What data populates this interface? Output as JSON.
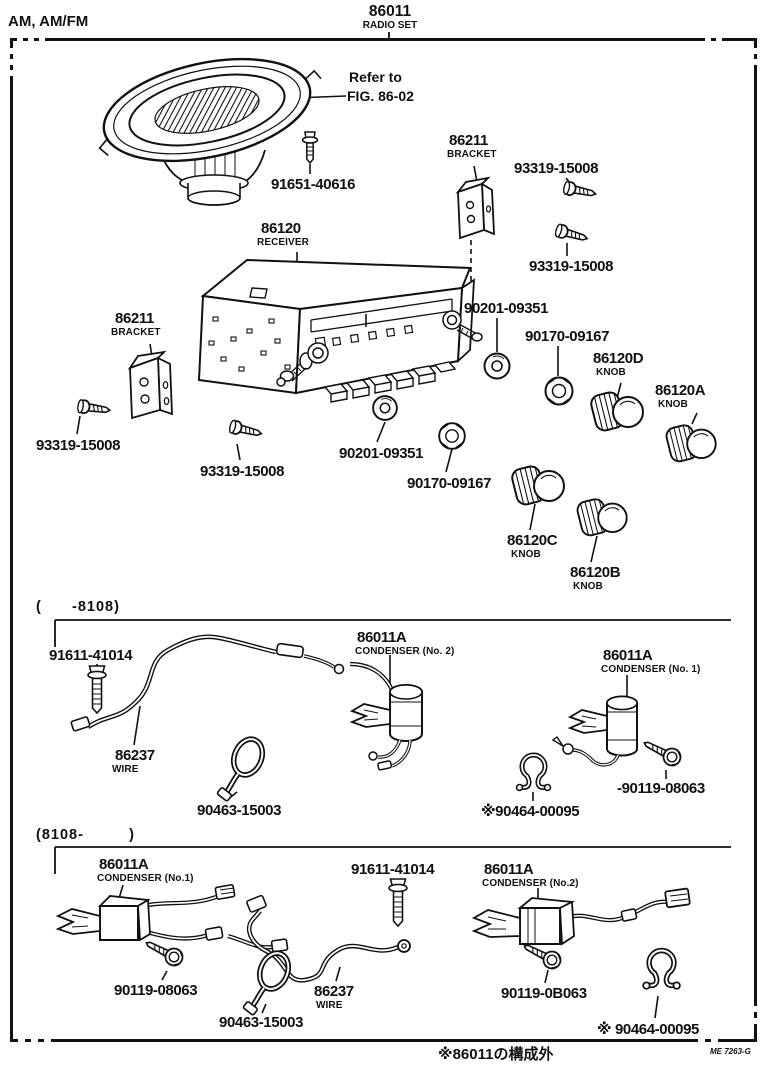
{
  "header": {
    "system_label": "AM, AM/FM",
    "assembly_number": "86011",
    "assembly_name": "RADIO SET"
  },
  "speaker": {
    "note_line1": "Refer to",
    "note_line2": "FIG. 86-02",
    "bolt": "91651-40616"
  },
  "main": {
    "bracket_right_no": "86211",
    "bracket_right_name": "BRACKET",
    "screw_right_upper": "93319-15008",
    "screw_right_lower": "93319-15008",
    "receiver_no": "86120",
    "receiver_name": "RECEIVER",
    "bracket_left_no": "86211",
    "bracket_left_name": "BRACKET",
    "screw_left_outer": "93319-15008",
    "screw_left_inner": "93319-15008",
    "washer_upper": "90201-09351",
    "nut_upper": "90170-09167",
    "knob_d_no": "86120D",
    "knob_d_name": "KNOB",
    "knob_a_no": "86120A",
    "knob_a_name": "KNOB",
    "washer_lower": "90201-09351",
    "nut_lower": "90170-09167",
    "knob_c_no": "86120C",
    "knob_c_name": "KNOB",
    "knob_b_no": "86120B",
    "knob_b_name": "KNOB"
  },
  "section_early": {
    "range": "(      -8108)",
    "bolt": "91611-41014",
    "condenser2_no": "86011A",
    "condenser2_name": "CONDENSER (No. 2)",
    "condenser1_no": "86011A",
    "condenser1_name": "CONDENSER (No. 1)",
    "wire_no": "86237",
    "wire_name": "WIRE",
    "clamp": "90463-15003",
    "clip": "※90464-00095",
    "screw": "-90119-08063"
  },
  "section_late": {
    "range": "(8108-         )",
    "condenser1_no": "86011A",
    "condenser1_name": "CONDENSER (No.1)",
    "bolt": "91611-41014",
    "condenser2_no": "86011A",
    "condenser2_name": "CONDENSER (No.2)",
    "screw_left": "90119-08063",
    "clamp": "90463-15003",
    "wire_no": "86237",
    "wire_name": "WIRE",
    "screw_right": "90119-0B063",
    "clip": "※ 90464-00095"
  },
  "footer": {
    "note": "※86011の構成外",
    "doc_code": "ME 7263-G"
  }
}
